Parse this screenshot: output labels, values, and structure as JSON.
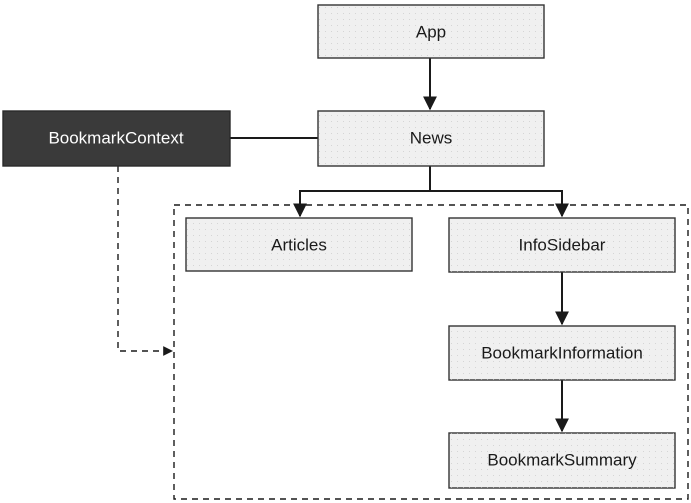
{
  "nodes": {
    "app": "App",
    "news": "News",
    "context": "BookmarkContext",
    "articles": "Articles",
    "info_sidebar": "InfoSidebar",
    "bookmark_information": "BookmarkInformation",
    "bookmark_summary": "BookmarkSummary"
  },
  "colors": {
    "box_fill": "#f0f0f0",
    "box_stroke": "#333333",
    "context_fill": "#3a3a3a",
    "context_text": "#ffffff",
    "edge": "#1a1a1a"
  }
}
